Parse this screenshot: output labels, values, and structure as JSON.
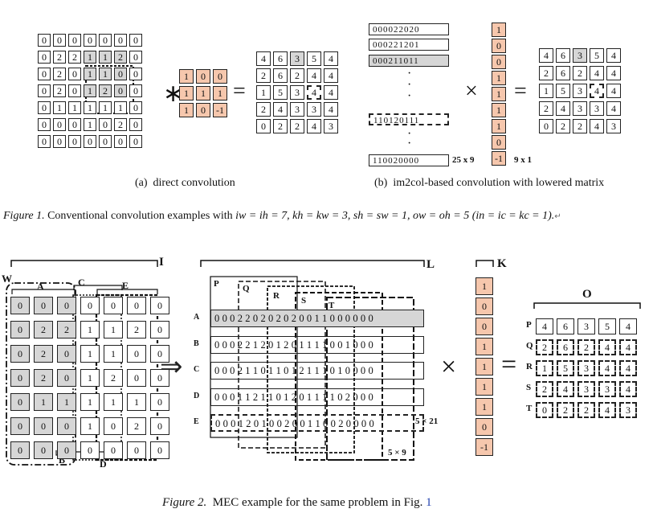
{
  "figure1": {
    "direct_input": [
      [
        "0",
        "0",
        "0",
        "0",
        "0",
        "0",
        "0"
      ],
      [
        "0",
        "2",
        "2",
        "1",
        "1",
        "2",
        "0"
      ],
      [
        "0",
        "2",
        "0",
        "1",
        "1",
        "0",
        "0"
      ],
      [
        "0",
        "2",
        "0",
        "1",
        "2",
        "0",
        "0"
      ],
      [
        "0",
        "1",
        "1",
        "1",
        "1",
        "1",
        "0"
      ],
      [
        "0",
        "0",
        "0",
        "1",
        "0",
        "2",
        "0"
      ],
      [
        "0",
        "0",
        "0",
        "0",
        "0",
        "0",
        "0"
      ]
    ],
    "kernel": [
      [
        "1",
        "0",
        "0"
      ],
      [
        "1",
        "1",
        "1"
      ],
      [
        "1",
        "0",
        "-1"
      ]
    ],
    "output": [
      [
        "4",
        "6",
        "3",
        "5",
        "4"
      ],
      [
        "2",
        "6",
        "2",
        "4",
        "4"
      ],
      [
        "1",
        "5",
        "3",
        "4",
        "4"
      ],
      [
        "2",
        "4",
        "3",
        "3",
        "4"
      ],
      [
        "0",
        "2",
        "2",
        "4",
        "3"
      ]
    ],
    "operators": {
      "conv": "∗",
      "times": "×",
      "equals": "="
    },
    "im2col_rows": [
      "000022020",
      "000221201",
      "000211011",
      "110120111",
      "110020000"
    ],
    "im2col_dots": "·",
    "im2col_size": "25 x 9",
    "kernel_col": [
      "1",
      "0",
      "0",
      "1",
      "1",
      "1",
      "1",
      "0",
      "-1"
    ],
    "kernel_col_size": "9 x 1",
    "caption_a": "(a)  direct convolution",
    "caption_b": "(b)  im2col-based convolution with lowered matrix",
    "figure_caption_label": "Figure 1.",
    "figure_caption_text": " Conventional convolution examples with",
    "figure_caption_math": "iw = ih = 7, kh = kw = 3, sh = sw = 1, ow = oh = 5 (in = ic = kc = 1).",
    "return_mark": "↵"
  },
  "figure2": {
    "I_label": "I",
    "W_label": "W",
    "col_labels": {
      "A": "A",
      "C": "C",
      "E": "E",
      "B": "B",
      "D": "D"
    },
    "input": [
      [
        "0",
        "0",
        "0",
        "0",
        "0",
        "0",
        "0"
      ],
      [
        "0",
        "2",
        "2",
        "1",
        "1",
        "2",
        "0"
      ],
      [
        "0",
        "2",
        "0",
        "1",
        "1",
        "0",
        "0"
      ],
      [
        "0",
        "2",
        "0",
        "1",
        "2",
        "0",
        "0"
      ],
      [
        "0",
        "1",
        "1",
        "1",
        "1",
        "1",
        "0"
      ],
      [
        "0",
        "0",
        "0",
        "1",
        "0",
        "2",
        "0"
      ],
      [
        "0",
        "0",
        "0",
        "0",
        "0",
        "0",
        "0"
      ]
    ],
    "arrow": "⇒",
    "L_label": "L",
    "lowered_letters": [
      "P",
      "Q",
      "R",
      "S",
      "T"
    ],
    "lowered_row_labels": [
      "A",
      "B",
      "C",
      "D",
      "E"
    ],
    "lowered_rows": [
      "0 0 0 2 2 0 2 0 2 0 2 0 0 1 1 0 0 0 0 0 0",
      "0 0 0 2 2 1 2 0 1 2 0 1 1 1 1 0 0 1 0 0 0",
      "0 0 0 2 1 1 0 1 1 0 1 2 1 1 1 0 1 0 0 0 0",
      "0 0 0 1 1 2 1 1 0 1 2 0 1 1 1 1 0 2 0 0 0",
      "0 0 0 1 2 0 1 0 0 2 0 0 1 1 0 0 2 0 0 0 0"
    ],
    "lowered_size": "5 × 21",
    "window_size": "5 × 9",
    "K_label": "K",
    "kernel_col": [
      "1",
      "0",
      "0",
      "1",
      "1",
      "1",
      "1",
      "0",
      "-1"
    ],
    "times": "×",
    "equals": "=",
    "O_label": "O",
    "output_row_labels": [
      "P",
      "Q",
      "R",
      "S",
      "T"
    ],
    "output": [
      [
        "4",
        "6",
        "3",
        "5",
        "4"
      ],
      [
        "2",
        "6",
        "2",
        "4",
        "4"
      ],
      [
        "1",
        "5",
        "3",
        "4",
        "4"
      ],
      [
        "2",
        "4",
        "3",
        "3",
        "4"
      ],
      [
        "0",
        "2",
        "2",
        "4",
        "3"
      ]
    ],
    "caption_label": "Figure 2.",
    "caption_text": "  MEC example for the same problem in Fig. ",
    "caption_ref": "1"
  }
}
